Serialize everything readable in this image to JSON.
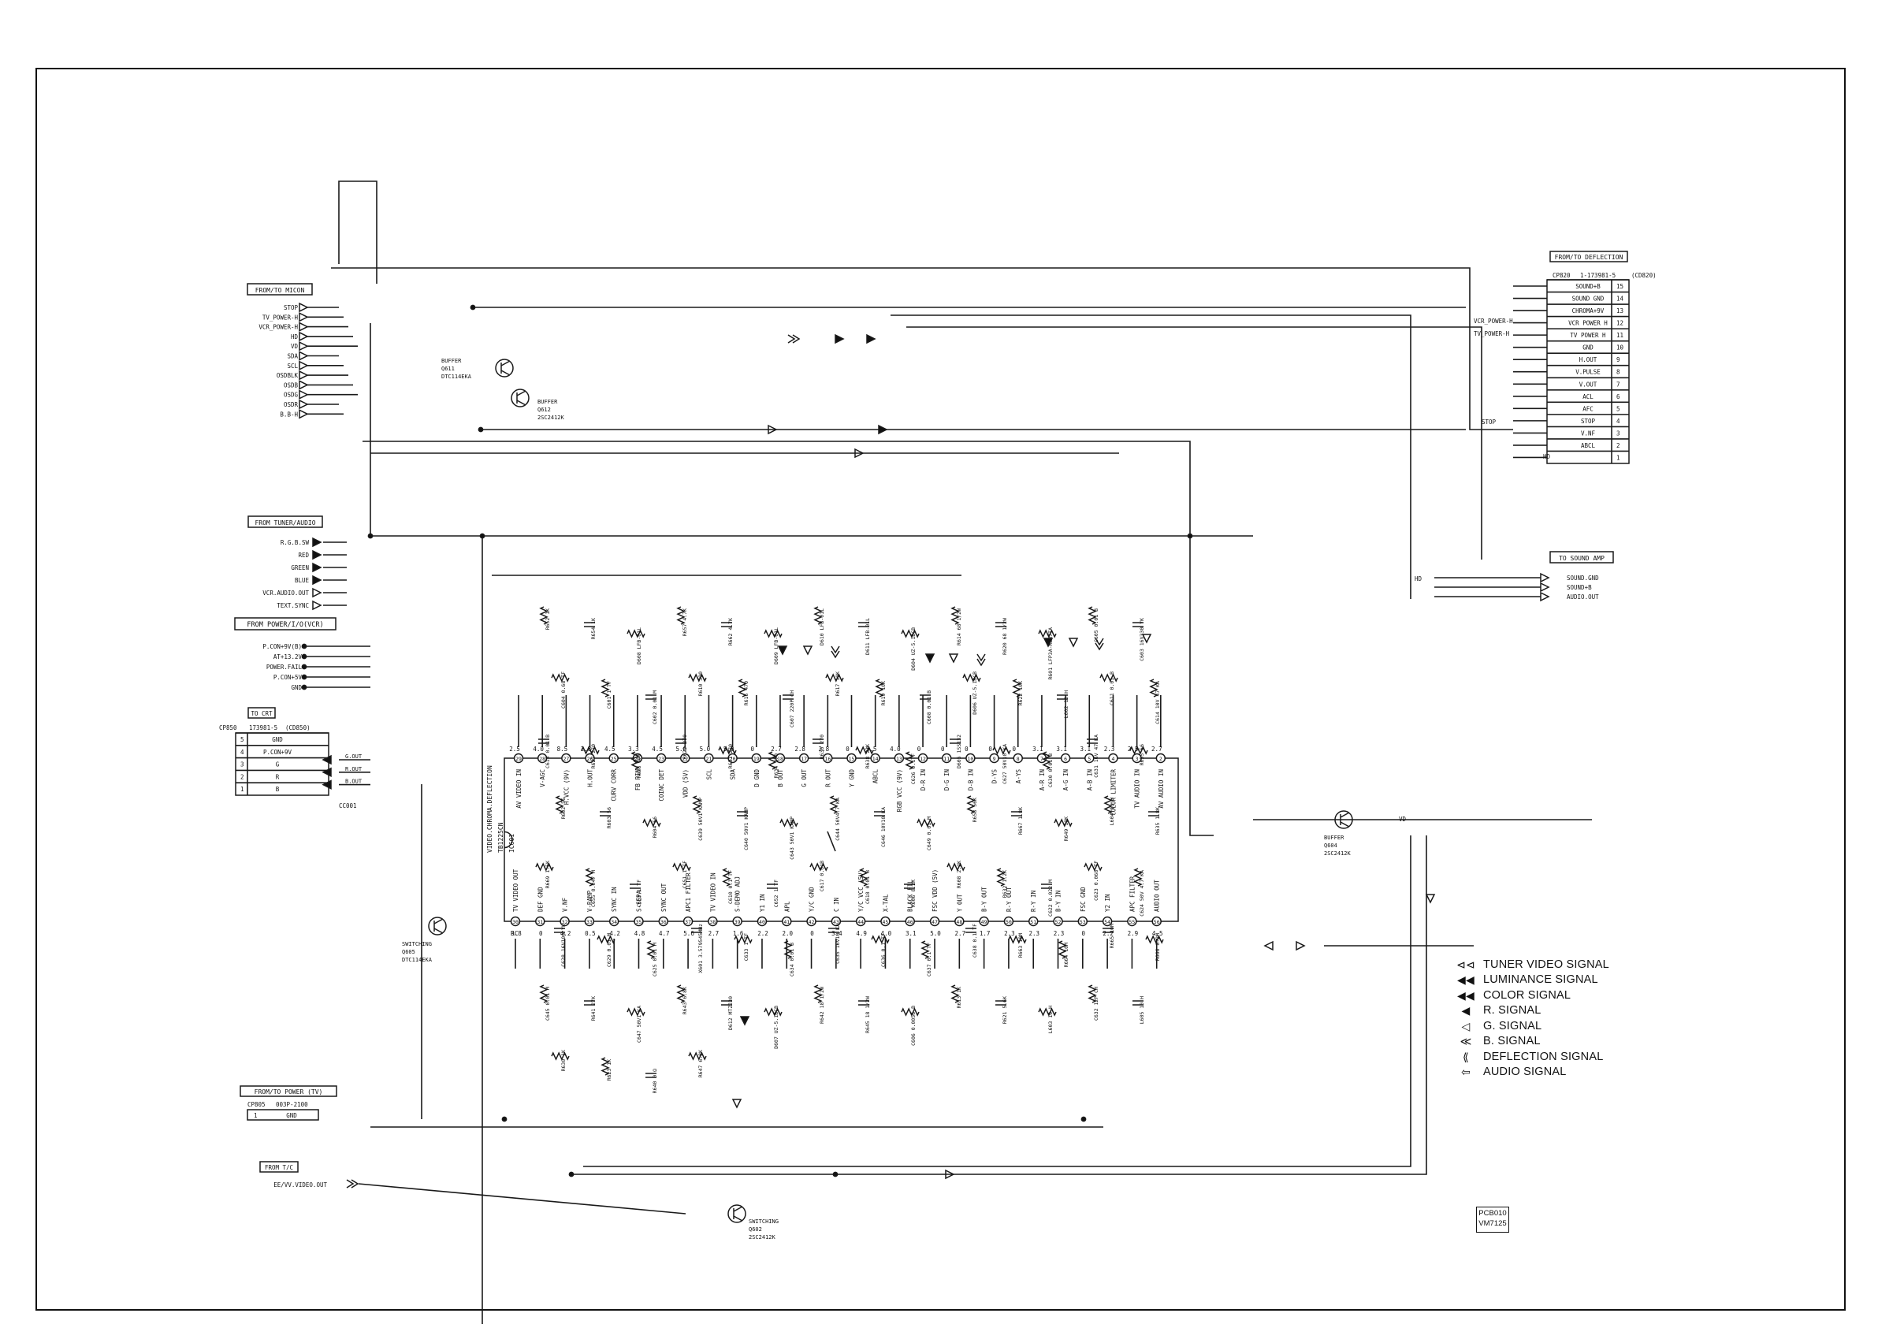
{
  "connectors": {
    "micon": {
      "title": "FROM/TO MICON",
      "pins": [
        "STOP",
        "TV_POWER-H",
        "VCR_POWER-H",
        "HD",
        "VD",
        "SDA",
        "SCL",
        "OSDBLK",
        "OSDB",
        "OSDG",
        "OSDR",
        "B.B-H"
      ]
    },
    "tuner_audio": {
      "title": "FROM TUNER/AUDIO",
      "pins": [
        "R.G.B.SW",
        "RED",
        "GREEN",
        "BLUE",
        "VCR.AUDIO.OUT",
        "TEXT.SYNC"
      ]
    },
    "power_io_vcr": {
      "title": "FROM POWER/I/O(VCR)",
      "pins": [
        "P.CON+9V(B)",
        "AT+13.2V",
        "POWER.FAIL",
        "P.CON+5V",
        "GND"
      ]
    },
    "crt": {
      "title": "TO CRT",
      "part_label": "CP850",
      "part_number": "173981-5",
      "part_ref": "(CD850)",
      "rows": [
        {
          "pin": "5",
          "name": "GND"
        },
        {
          "pin": "4",
          "name": "P.CON+9V"
        },
        {
          "pin": "3",
          "name": "G"
        },
        {
          "pin": "2",
          "name": "R"
        },
        {
          "pin": "1",
          "name": "B"
        }
      ],
      "outputs": [
        "G.OUT",
        "R.OUT",
        "B.OUT"
      ],
      "cc": "CC001"
    },
    "power_tv": {
      "title": "FROM/TO POWER (TV)",
      "part_label": "CP805",
      "part_number": "003P-2100",
      "row_pin": "1",
      "row_name": "GND"
    },
    "tc": {
      "title": "FROM T/C",
      "signal": "EE/VV.VIDEO.OUT"
    },
    "deflection": {
      "title": "FROM/TO DEFLECTION",
      "part_label": "CP820",
      "part_number": "1-173981-5",
      "part_ref": "(CD820)",
      "rows": [
        {
          "name": "SOUND+B",
          "pin": "15"
        },
        {
          "name": "SOUND GND",
          "pin": "14"
        },
        {
          "name": "CHROMA+9V",
          "pin": "13"
        },
        {
          "name": "VCR POWER H",
          "pin": "12"
        },
        {
          "name": "TV POWER H",
          "pin": "11"
        },
        {
          "name": "GND",
          "pin": "10"
        },
        {
          "name": "H.OUT",
          "pin": "9"
        },
        {
          "name": "V.PULSE",
          "pin": "8"
        },
        {
          "name": "V.OUT",
          "pin": "7"
        },
        {
          "name": "ACL",
          "pin": "6"
        },
        {
          "name": "AFC",
          "pin": "5"
        },
        {
          "name": "STOP",
          "pin": "4"
        },
        {
          "name": "V.NF",
          "pin": "3"
        },
        {
          "name": "ABCL",
          "pin": "2"
        },
        {
          "name": "",
          "pin": "1"
        }
      ],
      "side_labels": [
        "VCR_POWER-H",
        "TV_POWER-H",
        "STOP",
        "HD",
        "VD"
      ]
    },
    "sound_amp": {
      "title": "TO SOUND AMP",
      "pins": [
        "SOUND.GND",
        "SOUND+B",
        "AUDIO.OUT"
      ]
    }
  },
  "ic": {
    "ref": "IC601",
    "part": "TB1225CN",
    "desc": "VIDEO.CHROMA.DEFLECTION",
    "top_pins": [
      {
        "num": "29",
        "name": "AV VIDEO IN",
        "v": "2.5"
      },
      {
        "num": "28",
        "name": "V-AGC",
        "v": "4.0"
      },
      {
        "num": "27",
        "name": "H.VCC (9V)",
        "v": "8.5"
      },
      {
        "num": "26",
        "name": "H.OUT",
        "v": "2.8"
      },
      {
        "num": "25",
        "name": "CURV CORR",
        "v": "4.5"
      },
      {
        "num": "24",
        "name": "FB PIN",
        "v": "3.3"
      },
      {
        "num": "23",
        "name": "COINC DET",
        "v": "4.5"
      },
      {
        "num": "22",
        "name": "VDD (5V)",
        "v": "5.0"
      },
      {
        "num": "21",
        "name": "SCL",
        "v": "5.0"
      },
      {
        "num": "20",
        "name": "SDA",
        "v": "5.0"
      },
      {
        "num": "19",
        "name": "D GND",
        "v": "0"
      },
      {
        "num": "18",
        "name": "B OUT",
        "v": "2.7"
      },
      {
        "num": "17",
        "name": "G OUT",
        "v": "2.8"
      },
      {
        "num": "16",
        "name": "R OUT",
        "v": "2.8"
      },
      {
        "num": "15",
        "name": "Y GND",
        "v": "0"
      },
      {
        "num": "14",
        "name": "ABCL",
        "v": "5.5"
      },
      {
        "num": "13",
        "name": "RGB VCC (9V)",
        "v": "4.0"
      },
      {
        "num": "12",
        "name": "D-R IN",
        "v": "0"
      },
      {
        "num": "11",
        "name": "D-G IN",
        "v": "0"
      },
      {
        "num": "10",
        "name": "D-B IN",
        "v": "0"
      },
      {
        "num": "9",
        "name": "D-YS",
        "v": "0"
      },
      {
        "num": "8",
        "name": "A-YS",
        "v": "0"
      },
      {
        "num": "7",
        "name": "A-R IN",
        "v": "3.1"
      },
      {
        "num": "6",
        "name": "A-G IN",
        "v": "3.1"
      },
      {
        "num": "5",
        "name": "A-B IN",
        "v": "3.1"
      },
      {
        "num": "4",
        "name": "COLOR LIMITER",
        "v": "2.3"
      },
      {
        "num": "3",
        "name": "TV AUDIO IN",
        "v": "2.5"
      },
      {
        "num": "2",
        "name": "AV AUDIO IN",
        "v": "2.7"
      }
    ],
    "bottom_pins": [
      {
        "num": "30",
        "name": "TV VIDEO OUT",
        "v": "3.8"
      },
      {
        "num": "31",
        "name": "DEF GND",
        "v": "0"
      },
      {
        "num": "32",
        "name": "V.NF",
        "v": "4.2"
      },
      {
        "num": "33",
        "name": "V-RAMP",
        "v": "0.5"
      },
      {
        "num": "34",
        "name": "SYNC IN",
        "v": "4.2"
      },
      {
        "num": "35",
        "name": "S-SEPA",
        "v": "4.8"
      },
      {
        "num": "36",
        "name": "SYNC OUT",
        "v": "4.7"
      },
      {
        "num": "37",
        "name": "APC1 FILTER",
        "v": "5.6"
      },
      {
        "num": "38",
        "name": "TV VIDEO IN",
        "v": "2.7"
      },
      {
        "num": "39",
        "name": "S-DEMO ADJ",
        "v": "1.6"
      },
      {
        "num": "40",
        "name": "Y1 IN",
        "v": "2.2"
      },
      {
        "num": "41",
        "name": "APL",
        "v": "2.0"
      },
      {
        "num": "42",
        "name": "Y/C GND",
        "v": "0"
      },
      {
        "num": "43",
        "name": "C IN",
        "v": "3.4"
      },
      {
        "num": "44",
        "name": "Y/C VCC (5V)",
        "v": "4.9"
      },
      {
        "num": "45",
        "name": "X-TAL",
        "v": "4.0"
      },
      {
        "num": "46",
        "name": "BLACK FIL",
        "v": "3.1"
      },
      {
        "num": "47",
        "name": "FSC VDD (5V)",
        "v": "5.0"
      },
      {
        "num": "48",
        "name": "Y OUT",
        "v": "2.7"
      },
      {
        "num": "49",
        "name": "B-Y OUT",
        "v": "1.7"
      },
      {
        "num": "50",
        "name": "R-Y OUT",
        "v": "2.3"
      },
      {
        "num": "51",
        "name": "R-Y IN",
        "v": "2.3"
      },
      {
        "num": "52",
        "name": "B-Y IN",
        "v": "2.3"
      },
      {
        "num": "53",
        "name": "FSC GND",
        "v": "0"
      },
      {
        "num": "54",
        "name": "Y2 IN",
        "v": "2.2"
      },
      {
        "num": "55",
        "name": "APC FILTER",
        "v": "2.9"
      },
      {
        "num": "56",
        "name": "AUDIO OUT",
        "v": "4.5"
      }
    ],
    "left_label": "RC"
  },
  "transistors": [
    {
      "ref": "Q611",
      "role": "BUFFER",
      "part": "DTC114EKA"
    },
    {
      "ref": "Q612",
      "role": "BUFFER",
      "part": "2SC2412K"
    },
    {
      "ref": "Q604",
      "role": "BUFFER",
      "part": "2SC2412K"
    },
    {
      "ref": "Q605",
      "role": "SWITCHING",
      "part": "DTC114EKA"
    },
    {
      "ref": "Q602",
      "role": "SWITCHING",
      "part": "2SC2412K"
    }
  ],
  "components": [
    "R652 1K",
    "R654 1K",
    "D608 LFB-01L",
    "R657 4.7K",
    "R662 4.7K",
    "D609 LFB-01L",
    "D610 LFB-01L",
    "D611 LFB-01L",
    "D604 UZ-5.1BCB",
    "R614 68 1/2W",
    "R620 68 1/2W",
    "R601 LFP3A-M3R7TA",
    "C605 0.01 B",
    "C603 16V330 YK",
    "C604 0.68 TF",
    "C601 1 TF",
    "C602 0.01 M",
    "R610 390",
    "R616 470",
    "C607 220P CH",
    "R617 10K",
    "R619 10K",
    "C608 0.01 B",
    "D606 UZ-5.1BCB",
    "R622 10K",
    "L602 10 H",
    "C611 0.01 B",
    "C614 10V 47 KA",
    "C615 0.01 B",
    "R627 270",
    "R628 270",
    "R629 270",
    "R631 270",
    "R634 270",
    "R636 270",
    "R638 22K",
    "C626 0.1TF",
    "D605 1SS132",
    "C627 50V10 KA",
    "C630 0.01 B",
    "C631 16V 47 KA",
    "R655 56",
    "R602 56",
    "R603 56",
    "R604 56",
    "C639 50V1 KAMP",
    "C640 50V1 KAMP",
    "C643 50V1 KAMP",
    "C644 50V4.7 KA",
    "C646 10V10 KA",
    "C649 0.01 M",
    "R658 56K",
    "R667 1.8K",
    "R649 10K",
    "L604 10 H",
    "R635 1.8K",
    "R669 1.5K",
    "C655 0.047 M",
    "C653 1 TF",
    "C651 1 TF",
    "C610 0.1 TF",
    "C652 1 TF",
    "C617 0.01B",
    "C618 0.01 B",
    "R606 8.2K",
    "R608 2.2K",
    "R632 1.2K",
    "C622 0.022 M",
    "C623 0.068 TF",
    "C624 50V 4.7 KA",
    "C628 16V100 YK",
    "C629 0.01 M",
    "C625 0.01 M",
    "X601 3.579545MHz",
    "C633 1 TF",
    "C634 0.01 B",
    "C635 16V10 KA",
    "C636 0.1 TF",
    "C637 0.1 TF",
    "C638 0.1 TF",
    "R663 10M",
    "R664 10M",
    "R665 10M",
    "R666 8.2M",
    "C645 0.01 M",
    "R641 27K",
    "C647 50V1 KA",
    "R643 6.8K",
    "D612 MTZJ30",
    "D607 UZ-5.1BCB",
    "R642 18 1/2W",
    "R645 18 1/2W",
    "C606 0.0056 B",
    "R613 1K",
    "R621 5.6K",
    "L603 10 H",
    "C632 12P CH",
    "L605 10 H",
    "R630 1K",
    "R623 1K",
    "R640 0 Ω",
    "R647 6.8K"
  ],
  "legend": [
    {
      "symbol": "⊲⊲",
      "label": "TUNER VIDEO SIGNAL"
    },
    {
      "symbol": "◀◀",
      "label": "LUMINANCE SIGNAL"
    },
    {
      "symbol": "◀◀",
      "label": "COLOR SIGNAL"
    },
    {
      "symbol": "◀",
      "label": "R. SIGNAL"
    },
    {
      "symbol": "◁",
      "label": "G. SIGNAL"
    },
    {
      "symbol": "≪",
      "label": "B. SIGNAL"
    },
    {
      "symbol": "⟪",
      "label": "DEFLECTION SIGNAL"
    },
    {
      "symbol": "⇦",
      "label": "AUDIO SIGNAL"
    }
  ],
  "board": {
    "line1": "PCB010",
    "line2": "VM7125"
  }
}
